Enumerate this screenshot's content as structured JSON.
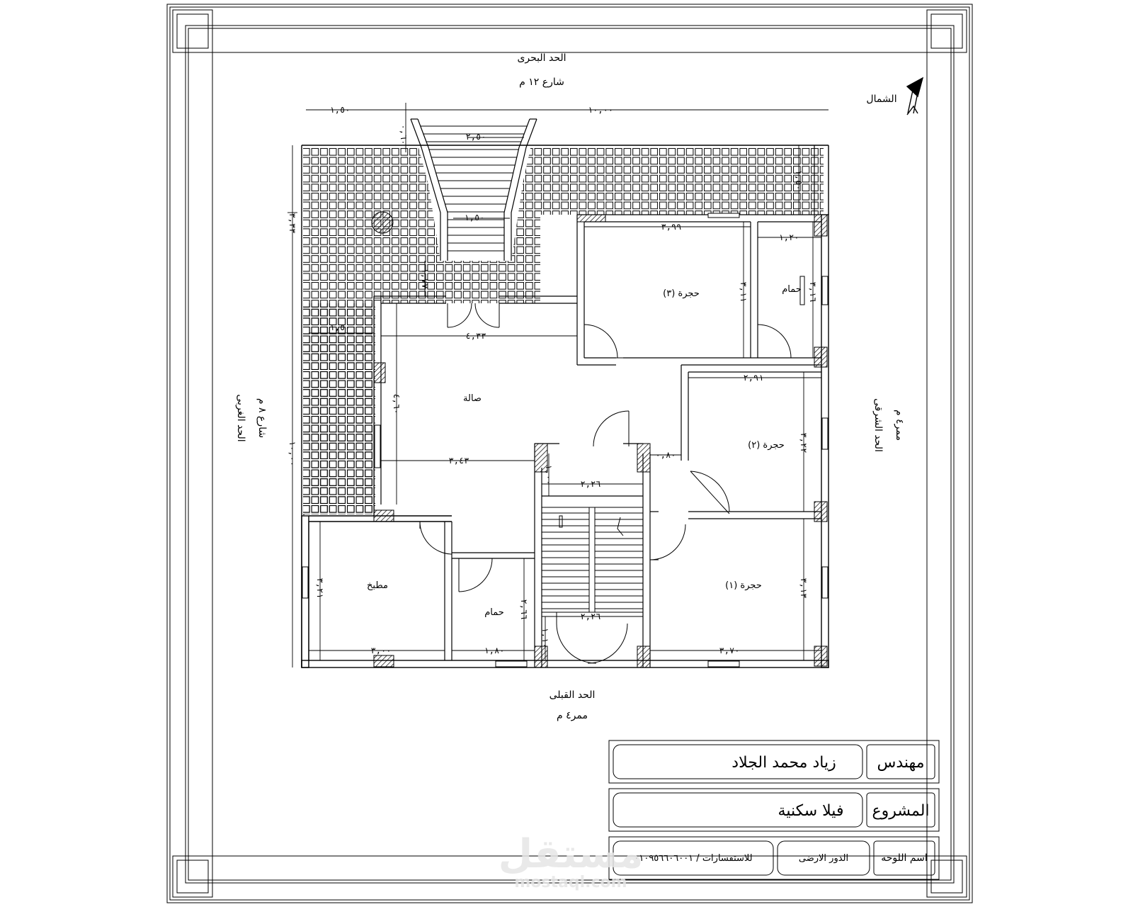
{
  "boundaries": {
    "north": "الحد البحرى",
    "north_street": "شارع ١٢ م",
    "west": "الحد الغربى",
    "west_street": "شارع ٨ م",
    "east": "الحد الشرقى",
    "east_street": "ممر٤ م",
    "south": "الحد القبلى",
    "south_street": "ممر٤ م",
    "north_arrow_label": "الشمال"
  },
  "rooms": {
    "hall": "صالة",
    "room1": "حجرة (١)",
    "room2": "حجرة (٢)",
    "room3": "حجرة (٣)",
    "bath_top": "حمام",
    "bath_bottom": "حمام",
    "kitchen": "مطبخ"
  },
  "dimensions": {
    "top_left": "١,٥٠",
    "top_total": "١٠,٠٠",
    "stair_top": "٢,٥٠",
    "stair_mid": "١,٥٠",
    "stair_gap": "٠,٦٠",
    "left_total": "١٠,٠٠",
    "left_upper": "٣,٣٣",
    "terrace_w": "١,٥٠",
    "terrace_right": "١,٥٠",
    "hall_top": "٤,٣٣",
    "hall_mid": "٣,٤٣",
    "hall_h": "٤,٦٠",
    "entry_h": "١,٧٧",
    "r3_w": "٣,٩٩",
    "r3_h": "٣,١١",
    "bath_w": "١,٢٠",
    "bath_h": "٣,١٦",
    "r2_w": "٢,٩١",
    "r2_h": "٣,٢٢",
    "r1_w": "٣,٧٠",
    "r1_h": "٣,١٣",
    "corr_w": "٠,٨٠",
    "stair_w1": "٢,٢٦",
    "stair_w2": "٢,٢٦",
    "stair_h1": "١,٠٠",
    "stair_h2": "١,١٠",
    "kit_w": "٣,٠٠",
    "kit_h": "٣,٢١",
    "bath2_w": "١,٨٠",
    "bath2_h": "٢,٦٦"
  },
  "title_block": {
    "engineer_label": "مهندس",
    "engineer_name": "زياد محمد الجلاد",
    "project_label": "المشروع",
    "project_name": "فيلا سكنية",
    "sheet_label": "اسم اللوحه",
    "sheet_name": "الدور الارضى",
    "contact": "للاستفسارات  /  ٠١٠٩٥٦٦٠٦٠٠١"
  },
  "watermark": {
    "arabic": "مستقل",
    "latin": "mostaql.com"
  }
}
